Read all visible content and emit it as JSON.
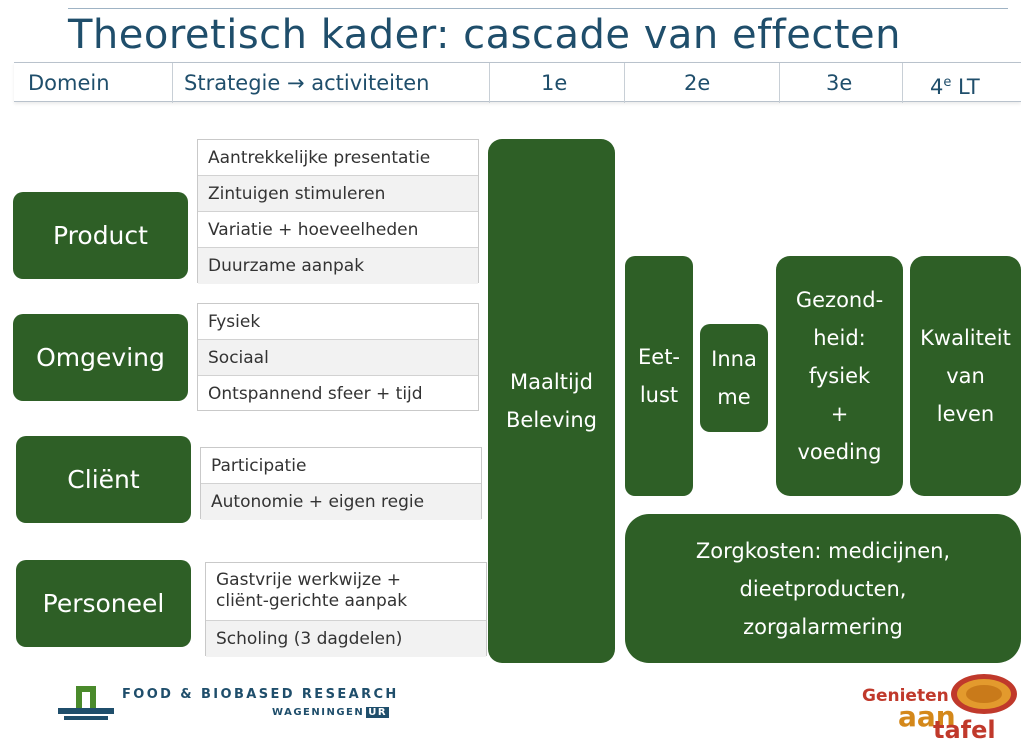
{
  "title": "Theoretisch kader: cascade van effecten",
  "header": {
    "domein": "Domein",
    "strategie": "Strategie → activiteiten",
    "e1": "1e",
    "e2": "2e",
    "e3": "3e",
    "e4_base": "4",
    "e4_sup": "e",
    "e4_rest": " LT"
  },
  "domains": {
    "product": "Product",
    "omgeving": "Omgeving",
    "client": "Cliënt",
    "personeel": "Personeel"
  },
  "activities": {
    "product": [
      "Aantrekkelijke presentatie",
      "Zintuigen stimuleren",
      "Variatie + hoeveelheden",
      "Duurzame aanpak"
    ],
    "omgeving": [
      "Fysiek",
      "Sociaal",
      "Ontspannend sfeer + tijd"
    ],
    "client": [
      "Participatie",
      "Autonomie + eigen regie"
    ],
    "personeel": [
      "Gastvrije werkwijze +\ncliënt-gerichte aanpak",
      "Scholing (3 dagdelen)"
    ]
  },
  "effects": {
    "maaltijd": [
      "Maaltijd",
      "Beleving"
    ],
    "eetlust": [
      "Eet-",
      "lust"
    ],
    "inname": [
      "Inna",
      "me"
    ],
    "gezondheid": [
      "Gezond-",
      "heid:",
      "fysiek",
      "+",
      "voeding"
    ],
    "kwaliteit": [
      "Kwaliteit",
      "van",
      "leven"
    ],
    "zorgkosten": [
      "Zorgkosten: medicijnen,",
      "dieetproducten,",
      "zorgalarmering"
    ]
  },
  "logos": {
    "fbr_line1": "FOOD & BIOBASED RESEARCH",
    "fbr_line2": "WAGENINGEN",
    "fbr_ur": "UR",
    "gat_1": "Genieten",
    "gat_2": "aan",
    "gat_3": "tafel"
  },
  "colors": {
    "dark_green": "#2e5f26",
    "title_blue": "#1f4e6b"
  }
}
